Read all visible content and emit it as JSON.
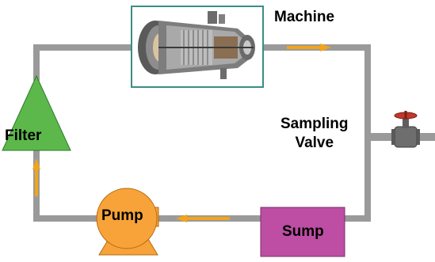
{
  "labels": {
    "machine": "Machine",
    "sampling_line1": "Sampling",
    "sampling_line2": "Valve",
    "filter": "Filter",
    "pump": "Pump",
    "sump": "Sump"
  },
  "colors": {
    "pipe": "#9a9a9a",
    "flow_arrow": "#f2a41a",
    "filter": "#5cb84a",
    "pump": "#f7a339",
    "sump": "#bd4ea3",
    "machine_border": "#3a8e86",
    "valve_handle": "#c0392b"
  },
  "icons": {
    "machine_image": "gas-turbine-cutaway-icon",
    "valve": "valve-icon"
  }
}
